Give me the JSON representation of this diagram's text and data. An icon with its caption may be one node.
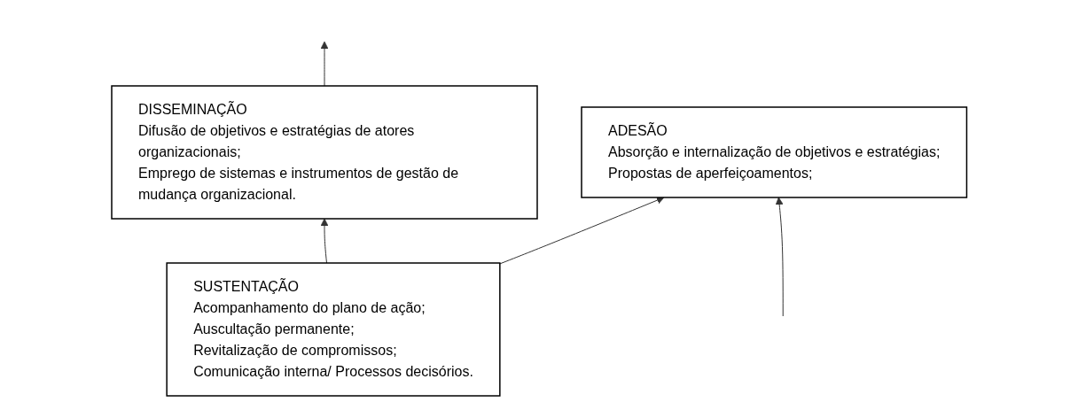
{
  "diagram": {
    "nodes": [
      {
        "text": [
          "DISSEMINAÇÃO",
          "Difusão de objetivos e estratégias de atores organizacionais;",
          "Emprego de sistemas e instrumentos de gestão de mudança organizacional."
        ]
      },
      {
        "text": [
          "ADESÃO",
          "Absorção e internalização de objetivos e estratégias;",
          "Propostas de aperfeiçoamentos;"
        ]
      },
      {
        "text": [
          "SUSTENTAÇÃO",
          "Acompanhamento do plano de ação;",
          "Auscultação permanente;",
          "Revitalização de compromissos;",
          "Comunicação interna/ Processos decisórios."
        ]
      }
    ],
    "edges": [
      {
        "from": 0,
        "to": null,
        "arrow": "to"
      },
      {
        "from": null,
        "to": 1,
        "arrow": "to"
      },
      {
        "from": 2,
        "to": 0,
        "arrow": "to"
      },
      {
        "from": 2,
        "to": 1,
        "arrow": "to"
      }
    ]
  }
}
